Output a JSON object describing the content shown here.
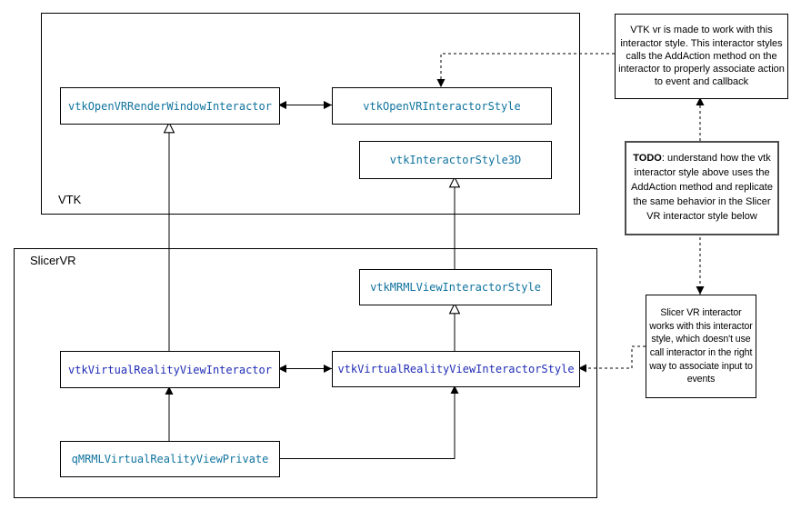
{
  "diagram": {
    "groups": [
      {
        "label": "VTK"
      },
      {
        "label": "SlicerVR"
      }
    ],
    "nodes": [
      {
        "label": "vtkOpenVRRenderWindowInteractor",
        "color": "#10739e"
      },
      {
        "label": "vtkOpenVRInteractorStyle",
        "color": "#10739e"
      },
      {
        "label": "vtkInteractorStyle3D",
        "color": "#10739e"
      },
      {
        "label": "vtkMRMLViewInteractorStyle",
        "color": "#10739e"
      },
      {
        "label": "vtkVirtualRealityViewInteractor",
        "color": "#1f2cb5"
      },
      {
        "label": "vtkVirtualRealityViewInteractorStyle",
        "color": "#1f2cb5"
      },
      {
        "label": "qMRMLVirtualRealityViewPrivate",
        "color": "#10739e"
      }
    ],
    "notes": [
      {
        "text": "VTK vr is made to work with this interactor style. This interactor styles calls the AddAction method on the interactor to properly associate action to event and callback"
      },
      {
        "bold": "TODO",
        "text": ": understand how the vtk interactor style above uses the AddAction method and replicate the same behavior in the Slicer VR interactor style below"
      },
      {
        "text": "Slicer VR interactor works with this interactor style, which doesn't use call interactor in the right way to associate input to events"
      }
    ],
    "edges": [
      {
        "from": "vtkOpenVRRenderWindowInteractor",
        "to": "vtkOpenVRInteractorStyle",
        "type": "double-arrow-solid"
      },
      {
        "from": "vtkVirtualRealityViewInteractor",
        "to": "vtkVirtualRealityViewInteractorStyle",
        "type": "double-arrow-solid"
      },
      {
        "from": "vtkVirtualRealityViewInteractor",
        "to": "vtkOpenVRRenderWindowInteractor",
        "type": "inheritance-hollow-triangle"
      },
      {
        "from": "vtkMRMLViewInteractorStyle",
        "to": "vtkInteractorStyle3D",
        "type": "inheritance-hollow-triangle"
      },
      {
        "from": "vtkVirtualRealityViewInteractorStyle",
        "to": "vtkMRMLViewInteractorStyle",
        "type": "inheritance-hollow-triangle"
      },
      {
        "from": "qMRMLVirtualRealityViewPrivate",
        "to": "vtkVirtualRealityViewInteractor",
        "type": "arrow-solid"
      },
      {
        "from": "qMRMLVirtualRealityViewPrivate",
        "to": "vtkVirtualRealityViewInteractorStyle",
        "type": "arrow-solid"
      },
      {
        "from": "note-vtk-vr",
        "to": "vtkOpenVRInteractorStyle",
        "type": "arrow-dashed"
      },
      {
        "from": "note-todo",
        "to": "note-vtk-vr",
        "type": "arrow-dashed"
      },
      {
        "from": "note-todo",
        "to": "note-slicer-vr",
        "type": "arrow-dashed"
      },
      {
        "from": "note-slicer-vr",
        "to": "vtkVirtualRealityViewInteractorStyle",
        "type": "arrow-dashed"
      }
    ]
  },
  "colors": {
    "class_teal": "#10739e",
    "class_navy": "#1f2cb5",
    "line": "#000000",
    "todo_border": "#4d4d4d",
    "background": "#ffffff"
  }
}
